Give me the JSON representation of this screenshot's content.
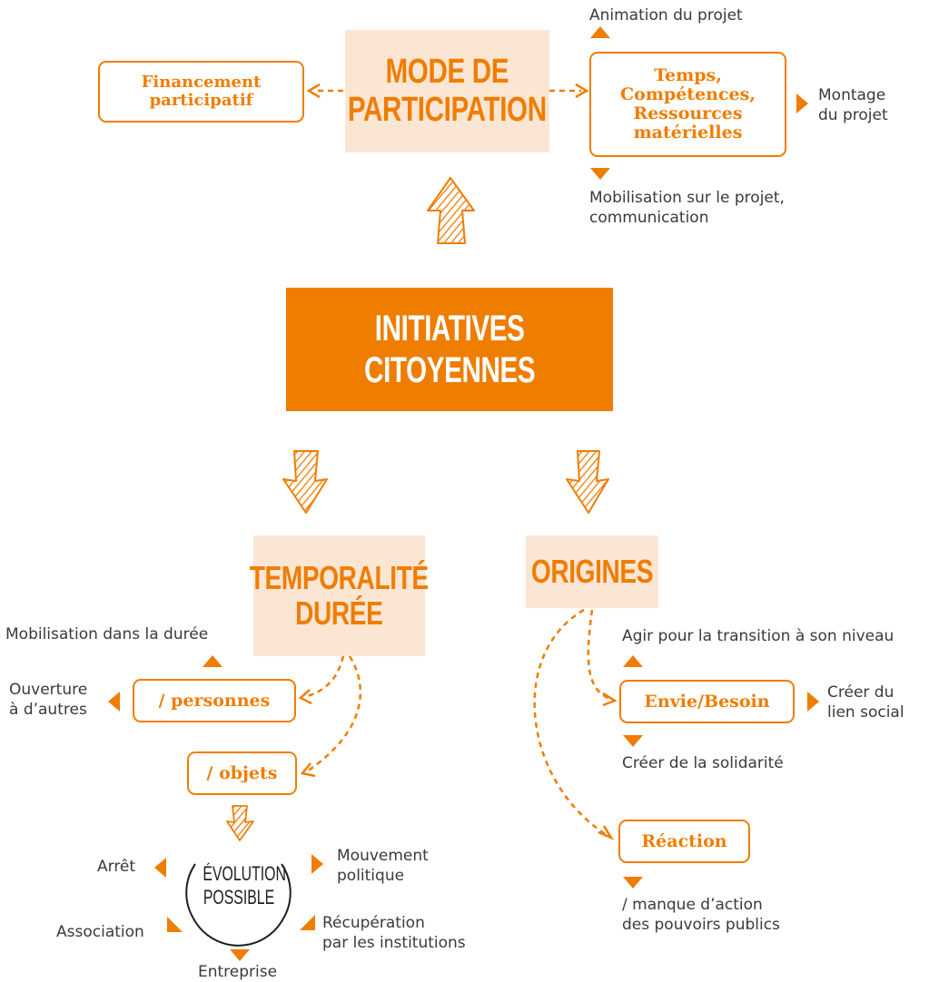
{
  "colors": {
    "accent": "#ef7d00",
    "light_box": "#fbe6d4",
    "text": "#3a3a3a"
  },
  "top": {
    "mode_line1": "MODE DE",
    "mode_line2": "PARTICIPATION",
    "financement_line1": "Financement",
    "financement_line2": "participatif",
    "temps_line1": "Temps,",
    "temps_line2": "Compétences,",
    "temps_line3": "Ressources",
    "temps_line4": "matérielles",
    "animation": "Animation du projet",
    "montage_line1": "Montage",
    "montage_line2": "du projet",
    "mobilisation_line1": "Mobilisation sur le projet,",
    "mobilisation_line2": "communication"
  },
  "center": {
    "line1": "INITIATIVES",
    "line2": "CITOYENNES"
  },
  "temporalite": {
    "line1": "TEMPORALITÉ",
    "line2": "DURÉE",
    "mobilisation_duree": "Mobilisation dans la durée",
    "ouverture_line1": "Ouverture",
    "ouverture_line2": "à d’autres",
    "personnes": "/ personnes",
    "objets": "/ objets",
    "evolution_line1": "ÉVOLUTION",
    "evolution_line2": "POSSIBLE",
    "arret": "Arrêt",
    "mouvement_line1": "Mouvement",
    "mouvement_line2": "politique",
    "association": "Association",
    "recuperation_line1": "Récupération",
    "recuperation_line2": "par les institutions",
    "entreprise": "Entreprise"
  },
  "origines": {
    "title": "ORIGINES",
    "agir": "Agir pour la transition à son niveau",
    "envie": "Envie/Besoin",
    "lien_line1": "Créer du",
    "lien_line2": "lien social",
    "solidarite": "Créer de la solidarité",
    "reaction": "Réaction",
    "manque_line1": "/ manque d’action",
    "manque_line2": "des pouvoirs publics"
  }
}
